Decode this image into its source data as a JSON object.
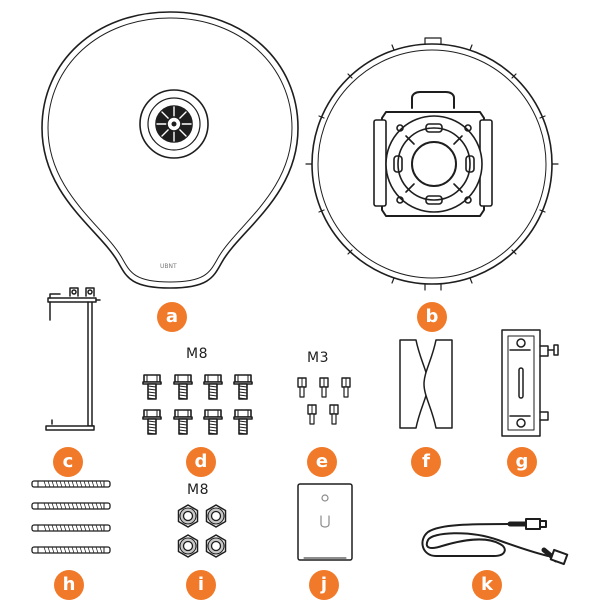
{
  "colors": {
    "badge": "#f07a2a",
    "line": "#1e1e1e",
    "fill": "#ffffff",
    "shade": "#c8c8c8"
  },
  "items": {
    "a": {
      "letter": "a"
    },
    "b": {
      "letter": "b"
    },
    "c": {
      "letter": "c"
    },
    "d": {
      "letter": "d",
      "size": "M8"
    },
    "e": {
      "letter": "e",
      "size": "M3"
    },
    "f": {
      "letter": "f"
    },
    "g": {
      "letter": "g"
    },
    "h": {
      "letter": "h"
    },
    "i": {
      "letter": "i",
      "size": "M8"
    },
    "j": {
      "letter": "j"
    },
    "k": {
      "letter": "k"
    }
  },
  "antenna": {
    "logo": "UBNT"
  }
}
